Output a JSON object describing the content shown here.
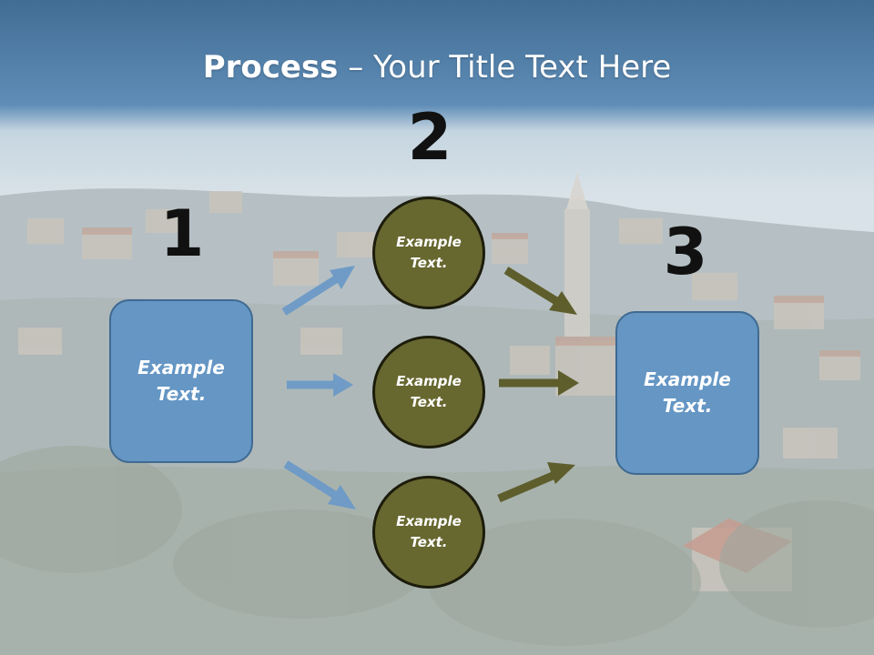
{
  "title": {
    "bold": "Process",
    "rest": " – Your Title Text Here"
  },
  "steps": {
    "one": {
      "number": "1",
      "label": "Example\nText."
    },
    "two": {
      "number": "2",
      "labels": [
        "Example\nText.",
        "Example\nText.",
        "Example\nText."
      ]
    },
    "three": {
      "number": "3",
      "label": "Example\nText."
    }
  },
  "colors": {
    "box_fill": "#6596c4",
    "box_border": "#3f6a92",
    "circle_fill": "#676730",
    "circle_border": "#1c1c0c",
    "blue_arrow": "#6f9bc6",
    "olive_arrow": "#5e5e2d"
  }
}
